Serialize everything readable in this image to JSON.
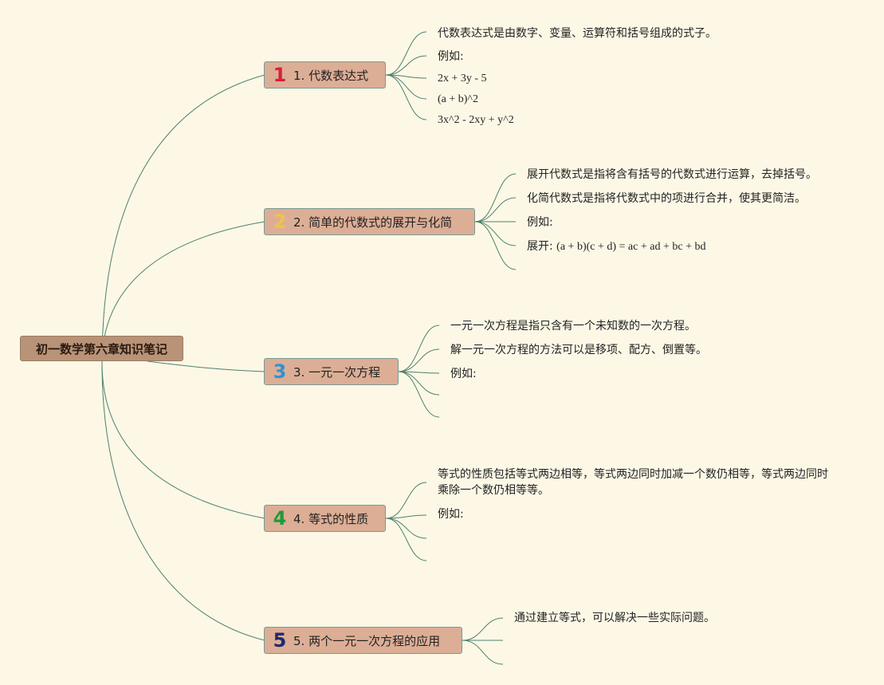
{
  "root": {
    "label": "初一数学第六章知识笔记"
  },
  "colors": {
    "background": "#fdf8e6",
    "link": "#4f7f6e",
    "root_fill": "#b89377",
    "branch_fill": "#dcae96"
  },
  "branches": [
    {
      "num": "1",
      "num_color": "#d91f3a",
      "title": "1. 代数表达式",
      "leaves": [
        "代数表达式是由数字、变量、运算符和括号组成的式子。",
        "例如:",
        "2x + 3y - 5",
        "(a + b)^2",
        "3x^2 - 2xy + y^2"
      ]
    },
    {
      "num": "2",
      "num_color": "#f0c24b",
      "title": "2. 简单的代数式的展开与化简",
      "leaves": [
        "展开代数式是指将含有括号的代数式进行运算，去掉括号。",
        "化简代数式是指将代数式中的项进行合并，使其更简洁。",
        "例如:",
        "展开:",
        "(a + b)(c + d) = ac + ad + bc + bd"
      ]
    },
    {
      "num": "3",
      "num_color": "#2f93d1",
      "title": "3. 一元一次方程",
      "leaves": [
        "一元一次方程是指只含有一个未知数的一次方程。",
        "解一元一次方程的方法可以是移项、配方、倒置等。",
        "例如:"
      ]
    },
    {
      "num": "4",
      "num_color": "#1f9a3a",
      "title": "4. 等式的性质",
      "leaves": [
        "等式的性质包括等式两边相等，等式两边同时加减一个数仍相等，等式两边同时乘除一个数仍相等等。",
        "例如:"
      ]
    },
    {
      "num": "5",
      "num_color": "#1f2a6e",
      "title": "5. 两个一元一次方程的应用",
      "leaves": [
        "通过建立等式，可以解决一些实际问题。"
      ]
    }
  ]
}
